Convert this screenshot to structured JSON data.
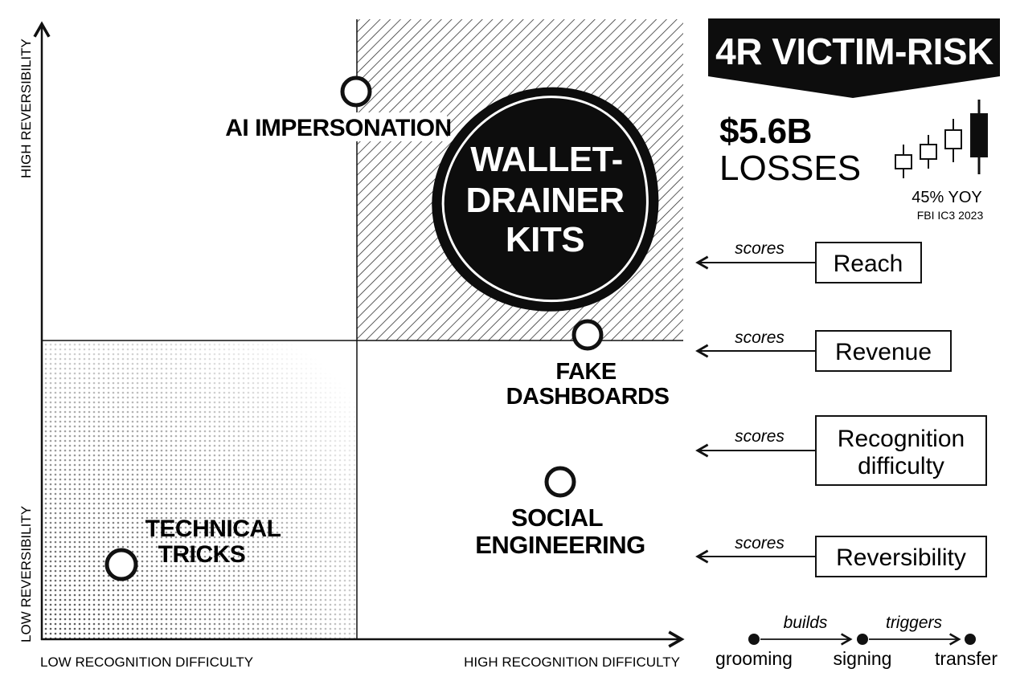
{
  "title": "4R VICTIM-RISK",
  "axes": {
    "y_high": "HIGH REVERSIBILITY",
    "y_low": "LOW REVERSIBILITY",
    "x_low": "LOW RECOGNITION DIFFICULTY",
    "x_high": "HIGH RECOGNITION DIFFICULTY"
  },
  "quadrant_items": {
    "ai_impersonation": "AI IMPERSONATION",
    "wallet_drainer": [
      "WALLET-",
      "DRAINER",
      "KITS"
    ],
    "fake_dashboards": [
      "FAKE",
      "DASHBOARDS"
    ],
    "social_engineering": [
      "SOCIAL",
      "ENGINEERING"
    ],
    "technical_tricks": [
      "TECHNICAL",
      "TRICKS"
    ]
  },
  "stats": {
    "amount": "$5.6B",
    "label": "LOSSES",
    "yoy": "45% YOY",
    "source": "FBI IC3 2023"
  },
  "scores_label": "scores",
  "criteria": [
    "Reach",
    "Revenue",
    [
      "Recognition",
      "difficulty"
    ],
    "Reversibility"
  ],
  "flow": {
    "steps": [
      "grooming",
      "signing",
      "transfer"
    ],
    "links": [
      "builds",
      "triggers"
    ]
  }
}
